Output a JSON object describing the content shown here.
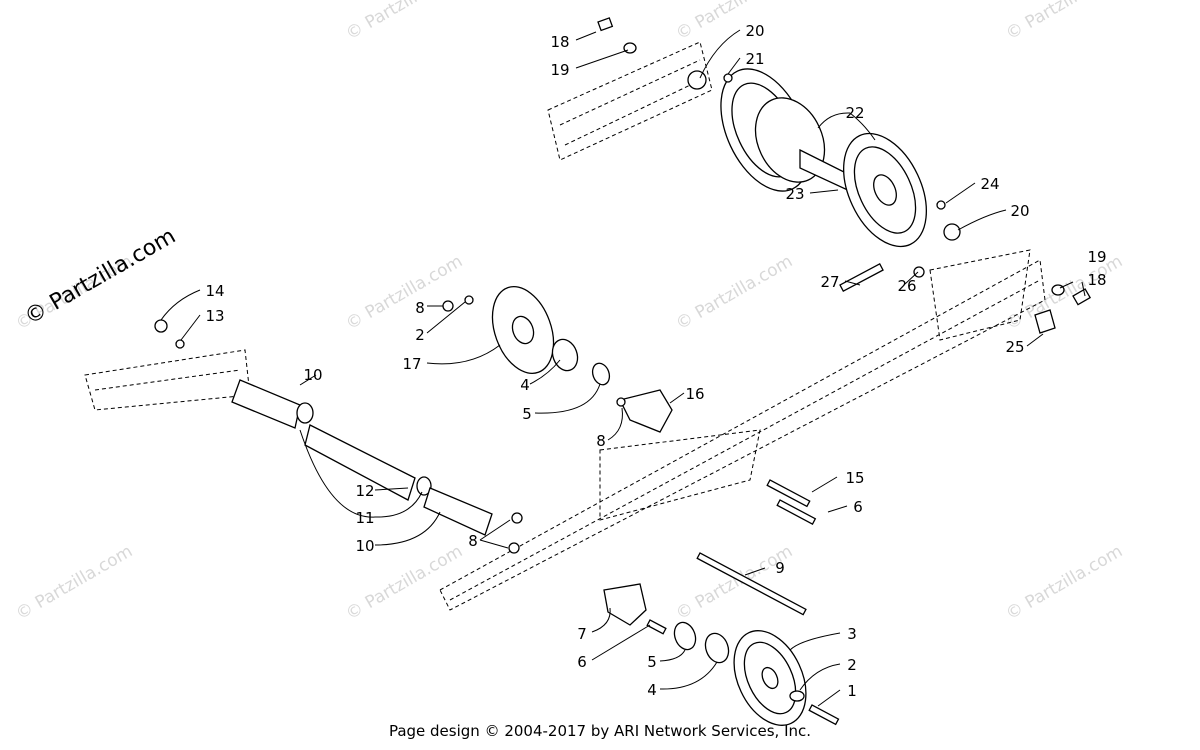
{
  "watermark": "© Partzilla.com",
  "footer": "Page design © 2004-2017 by ARI Network Services, Inc.",
  "callouts": {
    "c18a": "18",
    "c19a": "19",
    "c20a": "20",
    "c21": "21",
    "c22": "22",
    "c23": "23",
    "c24": "24",
    "c20b": "20",
    "c19b": "19",
    "c18b": "18",
    "c27": "27",
    "c26": "26",
    "c25": "25",
    "c14": "14",
    "c13": "13",
    "c8a": "8",
    "c2a": "2",
    "c17": "17",
    "c10a": "10",
    "c4a": "4",
    "c5a": "5",
    "c16": "16",
    "c8b": "8",
    "c15": "15",
    "c6a": "6",
    "c12": "12",
    "c11": "11",
    "c10b": "10",
    "c8c": "8",
    "c9": "9",
    "c3": "3",
    "c7": "7",
    "c2b": "2",
    "c6b": "6",
    "c5b": "5",
    "c1": "1",
    "c4b": "4"
  }
}
